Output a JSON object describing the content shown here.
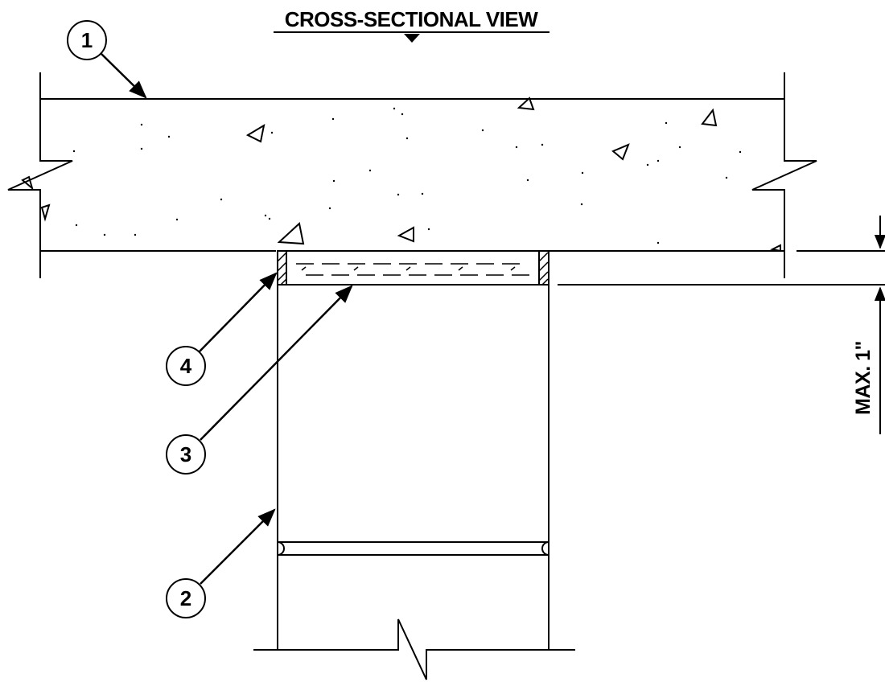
{
  "title": "CROSS-SECTIONAL VIEW",
  "callouts": {
    "c1": "1",
    "c2": "2",
    "c3": "3",
    "c4": "4"
  },
  "dimension_label": "MAX. 1\""
}
